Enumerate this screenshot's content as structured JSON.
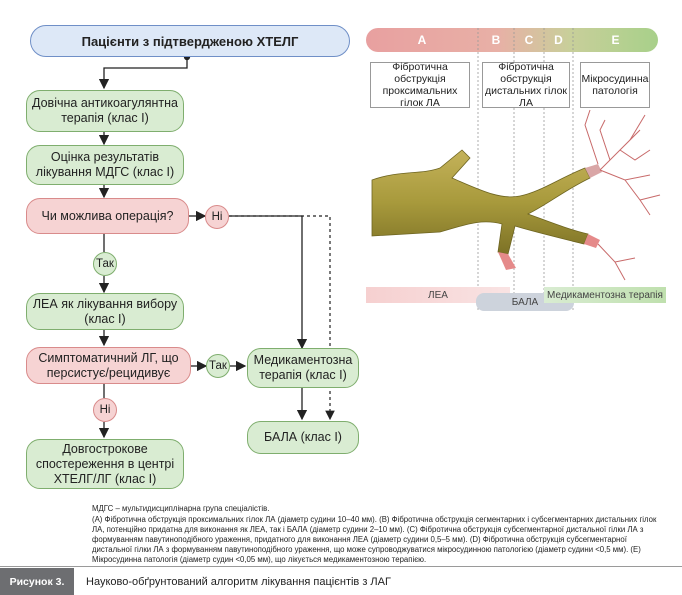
{
  "flow": {
    "start": "Пацієнти з підтвердженою ХТЕЛГ",
    "anticoag": "Довічна антикоагулянтна терапія (клас I)",
    "mdgs_eval": "Оцінка результатів лікування МДГС (клас I)",
    "operable": "Чи можлива операція?",
    "no1": "Ні",
    "yes1": "Так",
    "lea": "ЛЕА як лікування вибору (клас I)",
    "persistent": "Симптоматичний ЛГ, що персистує/рецидивує",
    "yes2": "Так",
    "no2": "Ні",
    "longterm": "Довгострокове спостереження в центрі ХТЕЛГ/ЛГ (клас I)",
    "drug": "Медикаментозна терапія (клас I)",
    "bala": "БАЛА (клас I)"
  },
  "illustration": {
    "segments": [
      "A",
      "B",
      "C",
      "D",
      "E"
    ],
    "desc_ab": "Фібротична обструкція проксимальних гілок ЛА",
    "desc_cd": "Фібротична обструкція дистальних гілок ЛА",
    "desc_e": "Мікросудинна патологія",
    "band_lea": "ЛЕА",
    "band_bala": "БАЛА",
    "band_drug": "Медикаментозна терапія",
    "colors": {
      "red": "#e8a0a0",
      "green": "#a8d08a",
      "gray": "#c9ccd1"
    }
  },
  "footnote": {
    "line1": "МДГС – мультидисциплінарна група спеціалістів.",
    "line2": "(A) Фібротична обструкція проксимальних гілок ЛА (діаметр судини 10–40 мм). (B) Фібротична обструкція сегментарних і субсегментарних дистальних гілок ЛА, потенційно придатна для виконання як ЛЕА, так і БАЛА (діаметр судини 2–10 мм). (C) Фібротична обструкція субсегментарної дистальної гілки ЛА з формуванням павутиноподібного ураження, придатного для виконання ЛЕА (діаметр судини 0,5–5 мм). (D) Фібротична обструкція субсегментарної дистальної гілки ЛА з формуванням павутиноподібного ураження, що може супроводжуватися мікросудинною патологією (діаметр судини <0,5 мм). (E) Мікросудинна патологія (діаметр судин <0,05 мм), що лікується медикаментозною терапією."
  },
  "caption": {
    "label": "Рисунок 3.",
    "text": "Науково-обґрунтований алгоритм лікування пацієнтів з ЛАГ"
  }
}
